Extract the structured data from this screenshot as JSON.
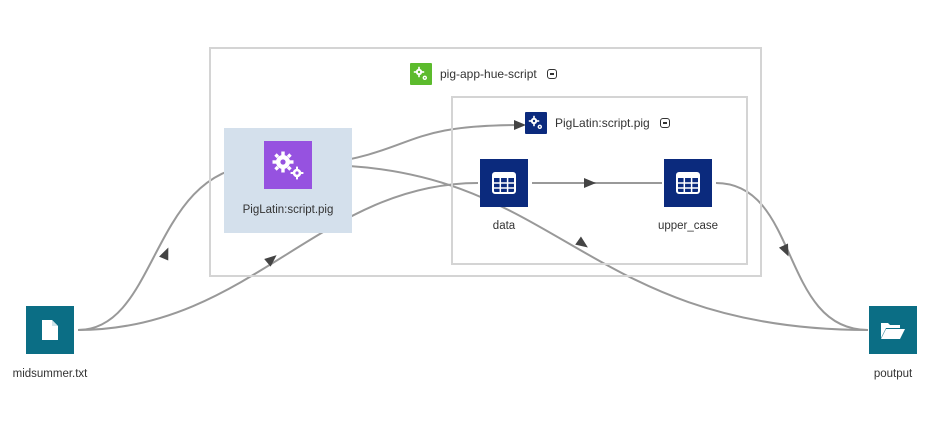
{
  "colors": {
    "edge": "#999999",
    "arrow": "#444444",
    "file_node": "#0b6e85",
    "table_node": "#0b2a7d",
    "script_node": "#9652e0",
    "group_icon_green": "#5cbb2d",
    "highlight": "#d4e0ec",
    "group_border": "#d4d4d4"
  },
  "outer_group": {
    "title": "pig-app-hue-script",
    "icon": "gears-icon"
  },
  "inner_group": {
    "title": "PigLatin:script.pig",
    "icon": "gears-icon"
  },
  "nodes": {
    "midsummer": {
      "label": "midsummer.txt",
      "icon": "document-icon"
    },
    "script": {
      "label": "PigLatin:script.pig",
      "icon": "gears-icon"
    },
    "data": {
      "label": "data",
      "icon": "table-icon"
    },
    "upper_case": {
      "label": "upper_case",
      "icon": "table-icon"
    },
    "poutput": {
      "label": "poutput",
      "icon": "open-folder-icon"
    }
  }
}
